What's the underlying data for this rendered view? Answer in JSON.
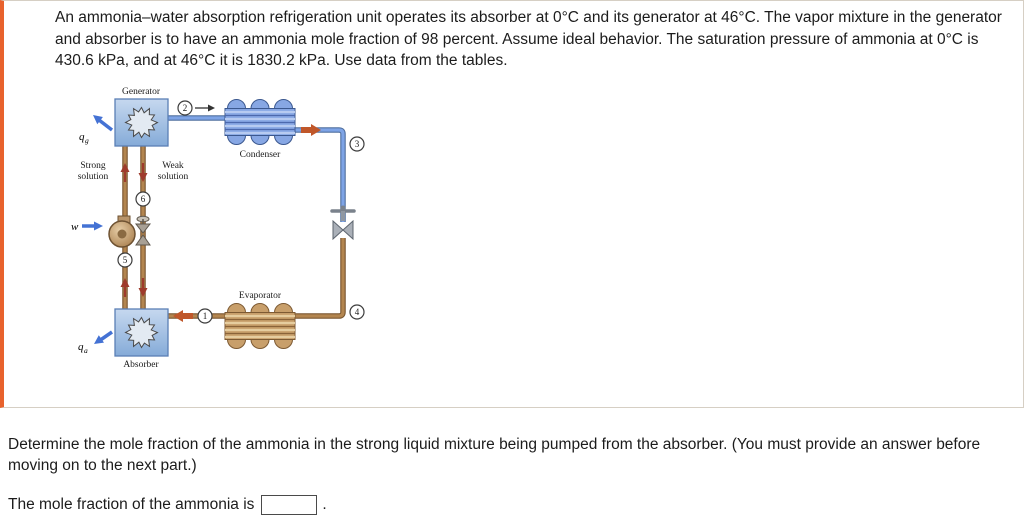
{
  "colors": {
    "accent_bar": "#e8622d",
    "pipe_blue": "#7ea4e6",
    "pipe_brown": "#b3854f",
    "arrow_red": "#9e3b2c",
    "arrow_blue": "#4472d4",
    "arrow_orange": "#c0572a"
  },
  "problem": {
    "statement": "An ammonia–water absorption refrigeration unit operates its absorber at 0°C and its generator at 46°C. The vapor mixture in the generator and absorber is to have an ammonia mole fraction of 98 percent. Assume ideal behavior. The saturation pressure of ammonia at 0°C is 430.6 kPa, and at 46°C it is 1830.2 kPa. Use data from the tables."
  },
  "diagram": {
    "generator_label": "Generator",
    "condenser_label": "Condenser",
    "evaporator_label": "Evaporator",
    "absorber_label": "Absorber",
    "strong_line1": "Strong",
    "strong_line2": "solution",
    "weak_line1": "Weak",
    "weak_line2": "solution",
    "q_symbol": "q",
    "qg_sub": "g",
    "qa_sub": "a",
    "w_label": "w",
    "states": {
      "s1": "1",
      "s2": "2",
      "s3": "3",
      "s4": "4",
      "s5": "5",
      "s6": "6"
    }
  },
  "question": {
    "prompt": "Determine the mole fraction of the ammonia in the strong liquid mixture being pumped from the absorber. (You must provide an answer before moving on to the next part.)",
    "answer_prefix": "The mole fraction of the ammonia is",
    "answer_value": "",
    "answer_suffix": "."
  }
}
